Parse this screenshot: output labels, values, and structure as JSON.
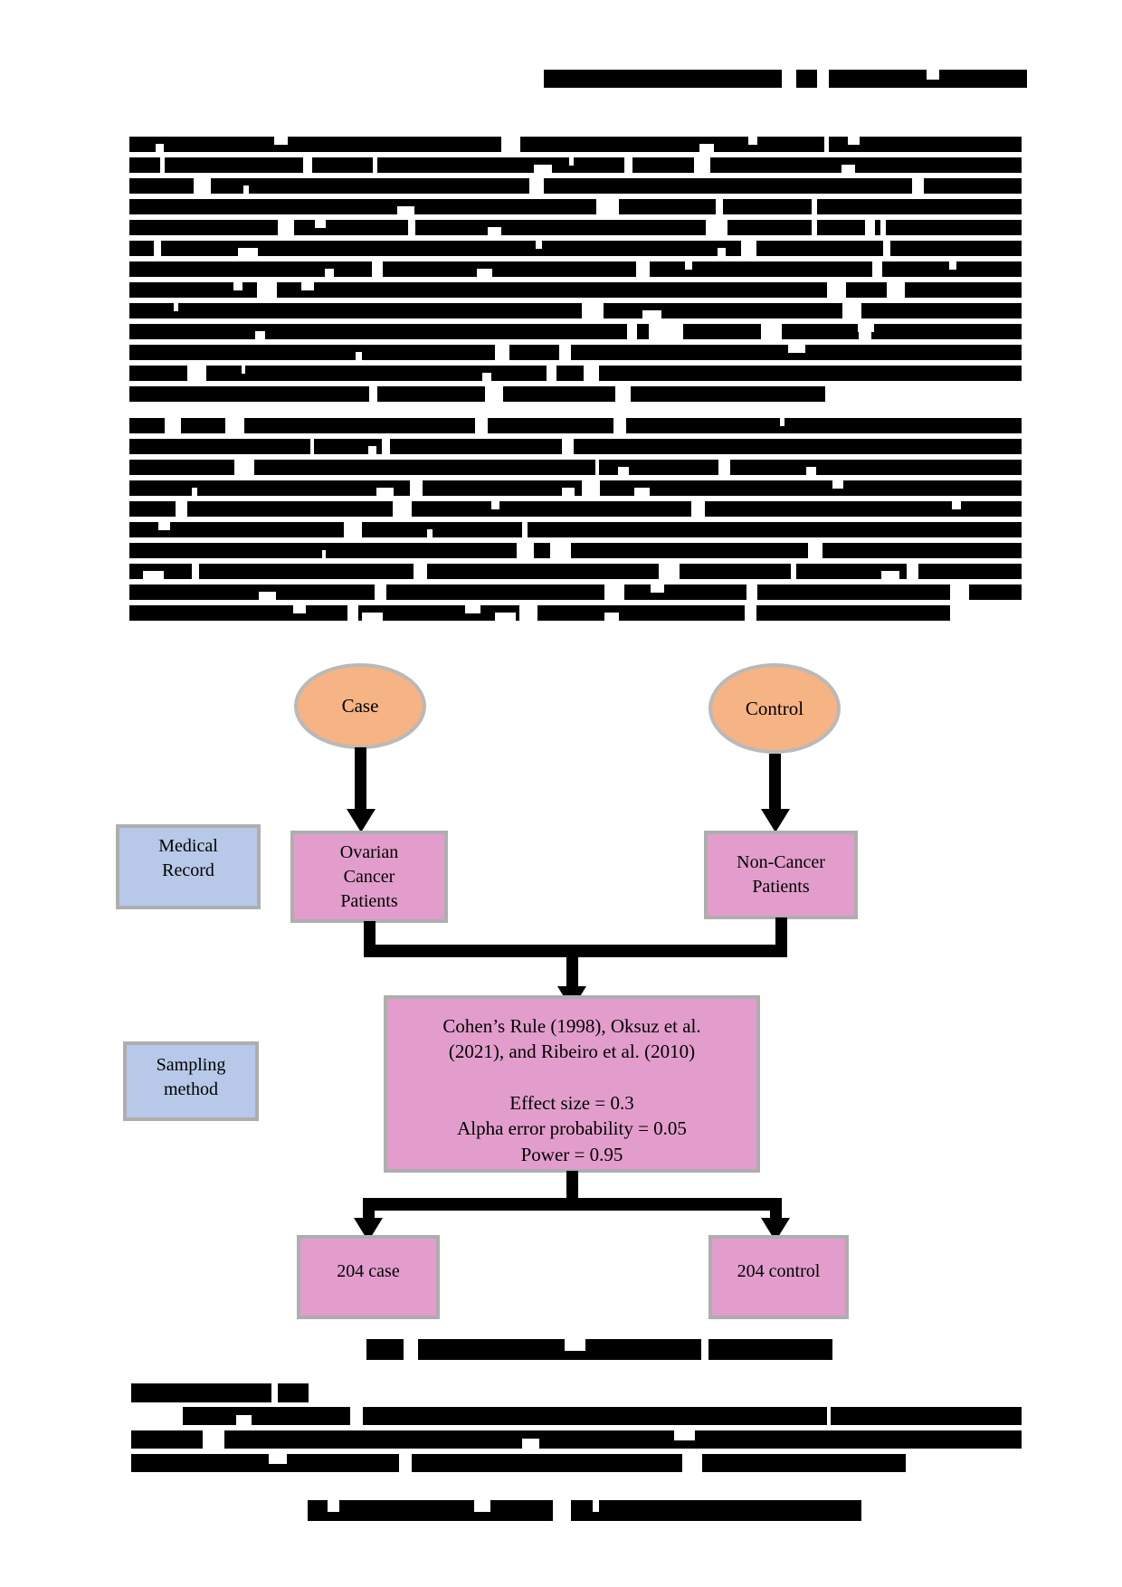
{
  "page": {
    "type": "scanned journal article page with sampling-method flowchart",
    "background": "#ffffff"
  },
  "colors": {
    "oval_fill": "#f6b383",
    "box_pink": "#e29dcc",
    "box_blue": "#b7c8e8",
    "shape_border": "#aeaeae",
    "connector_black": "#000000"
  },
  "redacted_text": {
    "header_line": {
      "redacted": true,
      "lines": 1
    },
    "body_paragraph_1": {
      "redacted": true,
      "lines": 13
    },
    "body_paragraph_2": {
      "redacted": true,
      "lines": 10
    },
    "figure_caption": {
      "redacted": true,
      "lines": 1
    },
    "subsection_heading": {
      "redacted": true,
      "lines": 1
    },
    "bottom_paragraph": {
      "redacted": true,
      "lines": 3
    },
    "source_line": {
      "redacted": true,
      "lines": 1
    }
  },
  "flowchart": {
    "case_oval_label": "Case",
    "control_oval_label": "Control",
    "medical_record_label": [
      "Medical",
      "Record"
    ],
    "ovarian_box_label": [
      "Ovarian",
      "Cancer",
      "Patients"
    ],
    "non_cancer_box_label": [
      "Non-Cancer",
      "Patients"
    ],
    "sampling_method_label": [
      "Sampling",
      "method"
    ],
    "criteria_box_lines": [
      "Cohen’s Rule (1998), Oksuz et al.",
      "(2021), and Ribeiro et al. (2010)",
      "",
      "Effect size = 0.3",
      "Alpha error probability = 0.05",
      "Power = 0.95"
    ],
    "case_result_label": "204 case",
    "control_result_label": "204 control"
  },
  "redact_render_specs": {
    "header_line": {
      "seed": 11,
      "lines": 1,
      "bar": 20,
      "gap": 0,
      "min_gaps": 2,
      "max_gaps": 4,
      "last": 1,
      "indent": 0
    },
    "body_paragraph_1": {
      "seed": 42,
      "lines": 13,
      "bar": 17,
      "gap": 6,
      "min_gaps": 4,
      "max_gaps": 9,
      "last": 0.78,
      "indent": 0
    },
    "body_paragraph_2": {
      "seed": 77,
      "lines": 10,
      "bar": 17,
      "gap": 6,
      "min_gaps": 4,
      "max_gaps": 9,
      "last": 0.92,
      "indent": 0
    },
    "figure_caption": {
      "seed": 5,
      "lines": 1,
      "bar": 23,
      "gap": 0,
      "min_gaps": 2,
      "max_gaps": 3,
      "last": 1,
      "indent": 0
    },
    "subsection_heading": {
      "seed": 9,
      "lines": 1,
      "bar": 21,
      "gap": 0,
      "min_gaps": 1,
      "max_gaps": 2,
      "last": 1,
      "indent": 0
    },
    "bottom_paragraph": {
      "seed": 23,
      "lines": 3,
      "bar": 20,
      "gap": 6,
      "min_gaps": 3,
      "max_gaps": 6,
      "last": 0.87,
      "indent": 57
    },
    "source_line": {
      "seed": 3,
      "lines": 1,
      "bar": 23,
      "gap": 0,
      "min_gaps": 3,
      "max_gaps": 5,
      "last": 1,
      "indent": 0
    }
  }
}
